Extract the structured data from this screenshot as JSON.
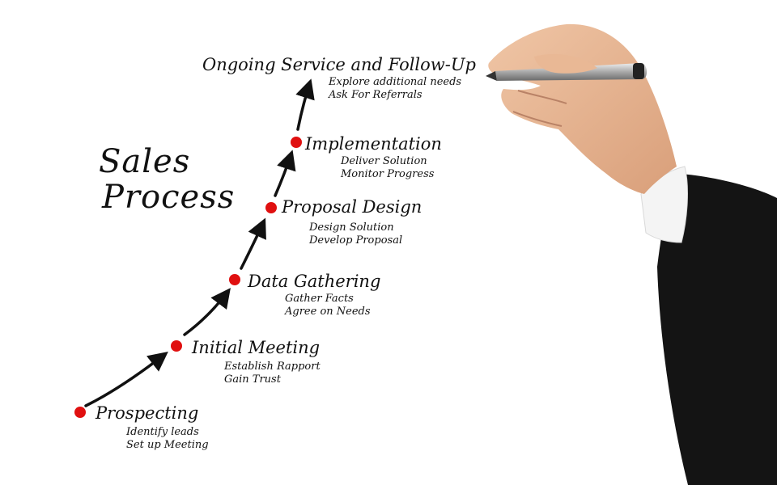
{
  "title": {
    "line1": "Sales",
    "line2": "Process"
  },
  "steps": [
    {
      "name": "Prospecting",
      "items": [
        "Identify leads",
        "Set up Meeting"
      ]
    },
    {
      "name": "Initial Meeting",
      "items": [
        "Establish Rapport",
        "Gain Trust"
      ]
    },
    {
      "name": "Data Gathering",
      "items": [
        "Gather Facts",
        "Agree on Needs"
      ]
    },
    {
      "name": "Proposal Design",
      "items": [
        "Design Solution",
        "Develop Proposal"
      ]
    },
    {
      "name": "Implementation",
      "items": [
        "Deliver Solution",
        "Monitor Progress"
      ]
    },
    {
      "name": "Ongoing Service and Follow-Up",
      "items": [
        "Explore additional needs",
        "Ask For Referrals"
      ]
    }
  ],
  "colors": {
    "dot": "#e01010",
    "ink": "#111111",
    "sleeve": "#111111",
    "cuff": "#f2f2f2",
    "skin": "#e8b896",
    "pen": "#c8c8c8"
  },
  "icons": {
    "marker": "red-dot",
    "arrow": "arrowhead",
    "hand": "hand-holding-pen"
  }
}
